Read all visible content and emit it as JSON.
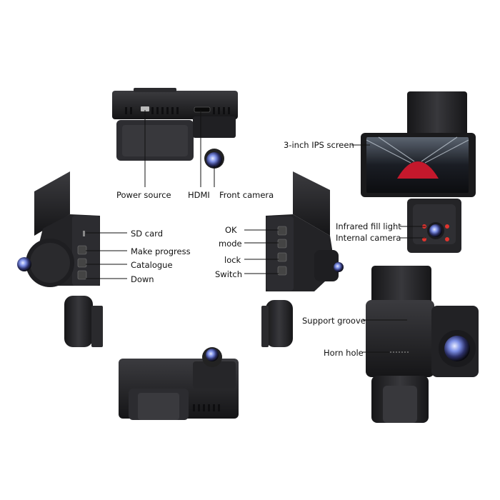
{
  "labels": {
    "power_source": "Power source",
    "hdmi": "HDMI",
    "front_camera": "Front camera",
    "sd_card": "SD card",
    "make_progress": "Make progress",
    "catalogue": "Catalogue",
    "down": "Down",
    "ok": "OK",
    "mode": "mode",
    "lock": "lock",
    "switch": "Switch",
    "ips_screen": "3-inch IPS screen",
    "infrared_fill_light": "Infrared fill light",
    "internal_camera": "Internal camera",
    "support_groove": "Support groove",
    "horn_hole": "Horn hole"
  },
  "colors": {
    "body_dark": "#1c1c1e",
    "body_mid": "#2b2b2e",
    "body_light": "#3a3a3e",
    "lens_blue": "#6a7fd8",
    "ir_red": "#e0342e",
    "screen_car": "#c4182c"
  }
}
